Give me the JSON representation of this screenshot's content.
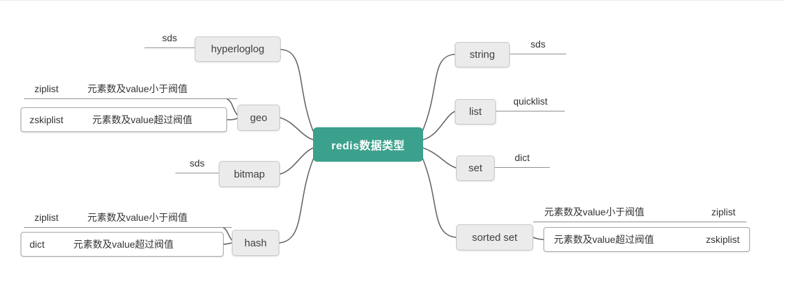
{
  "root": {
    "label": "redis数据类型"
  },
  "left": {
    "hyperloglog": {
      "label": "hyperloglog",
      "child": {
        "label": "sds"
      }
    },
    "geo": {
      "label": "geo",
      "rows": [
        {
          "term": "ziplist",
          "desc": "元素数及value小于阀值"
        },
        {
          "term": "zskiplist",
          "desc": "元素数及value超过阀值"
        }
      ]
    },
    "bitmap": {
      "label": "bitmap",
      "child": {
        "label": "sds"
      }
    },
    "hash": {
      "label": "hash",
      "rows": [
        {
          "term": "ziplist",
          "desc": "元素数及value小于阀值"
        },
        {
          "term": "dict",
          "desc": "元素数及value超过阀值"
        }
      ]
    }
  },
  "right": {
    "string": {
      "label": "string",
      "child": {
        "label": "sds"
      }
    },
    "list": {
      "label": "list",
      "child": {
        "label": "quicklist"
      }
    },
    "set": {
      "label": "set",
      "child": {
        "label": "dict"
      }
    },
    "sorted_set": {
      "label": "sorted set",
      "rows": [
        {
          "desc": "元素数及value小于阀值",
          "term": "ziplist"
        },
        {
          "desc": "元素数及value超过阀值",
          "term": "zskiplist"
        }
      ]
    }
  },
  "colors": {
    "root_bg": "#3ba18c",
    "node_bg": "#ebebeb",
    "node_border": "#c8c8c8",
    "edge": "#666666"
  }
}
